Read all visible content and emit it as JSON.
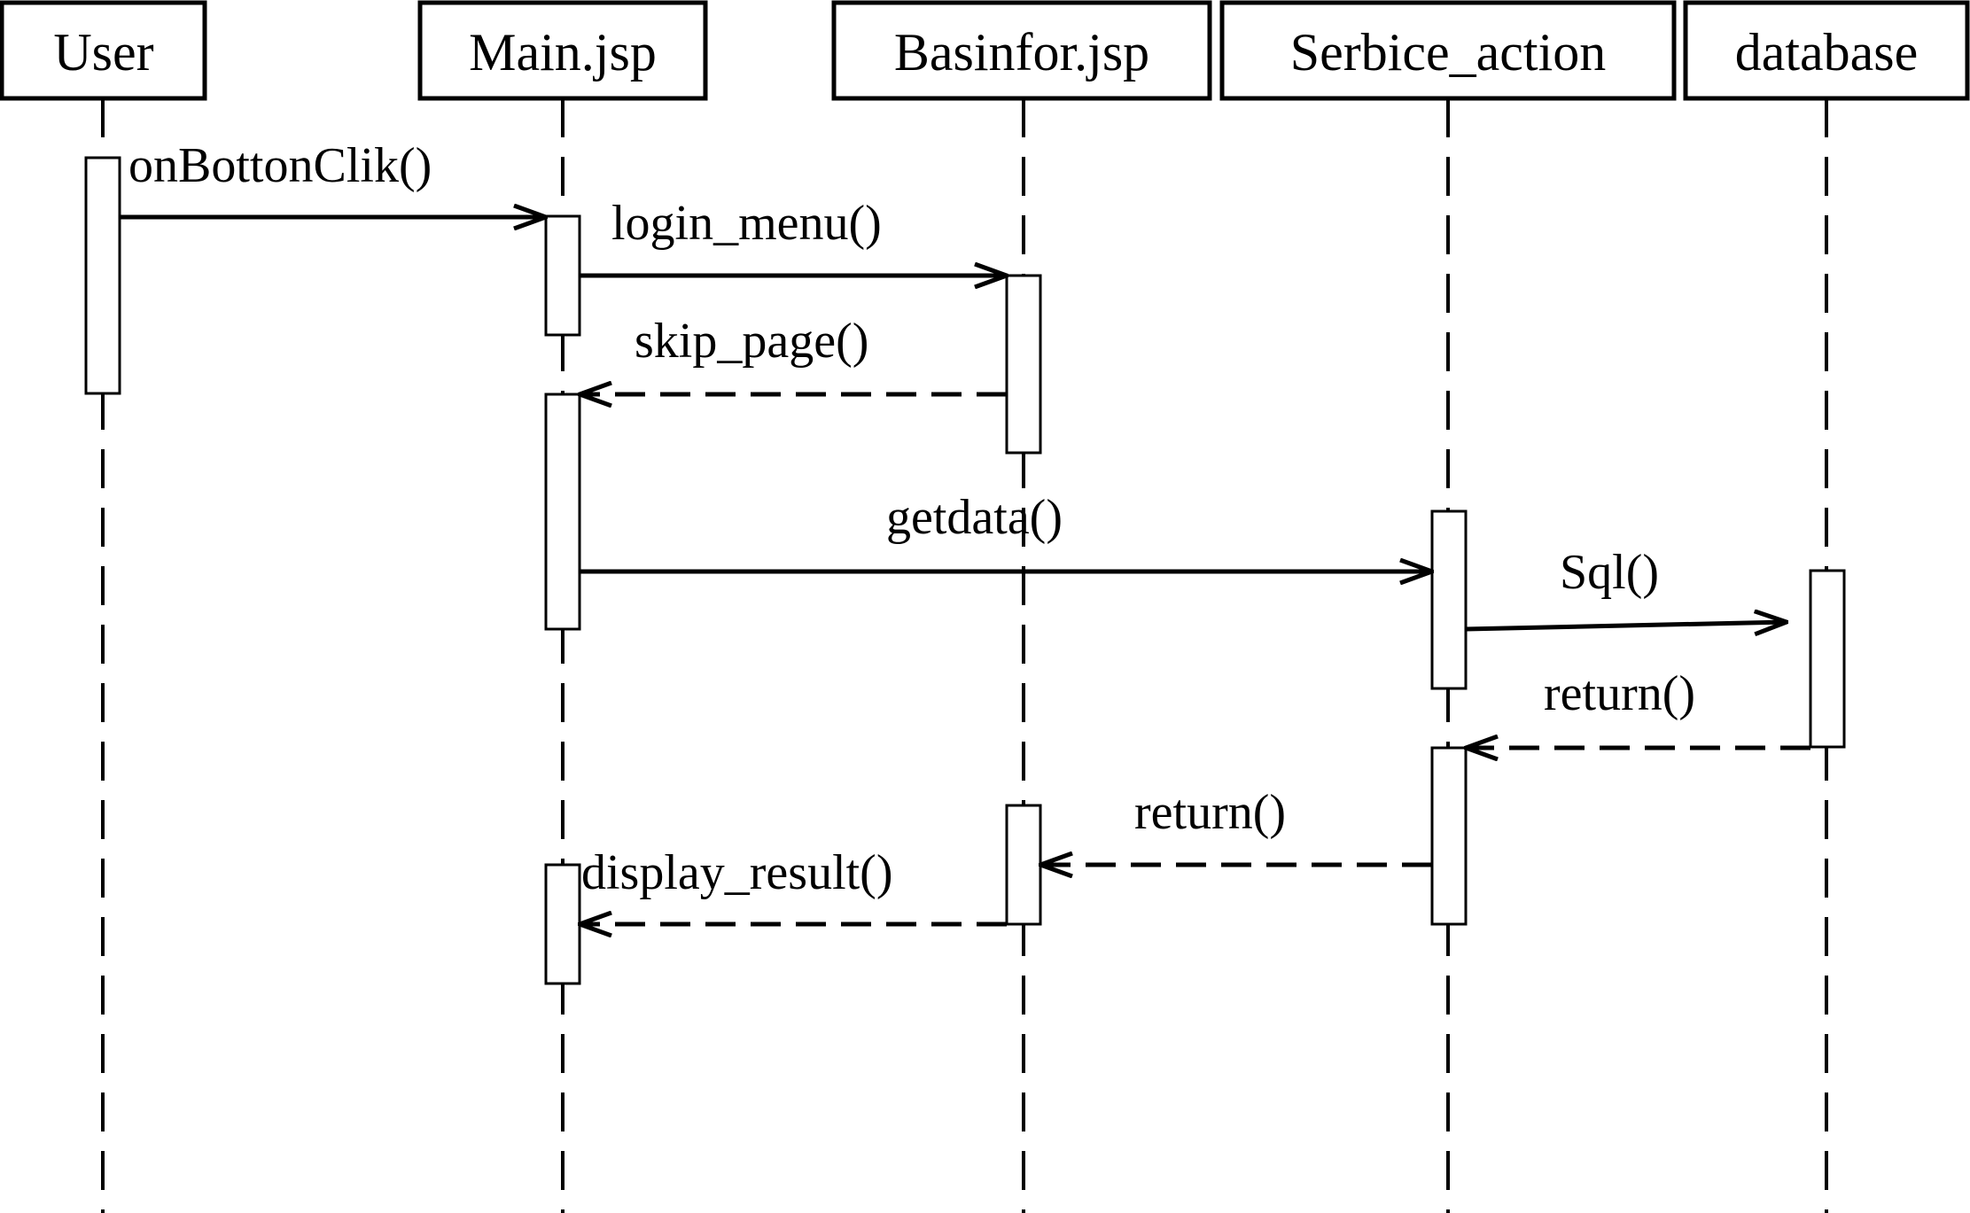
{
  "participants": [
    {
      "id": "user",
      "label": "User"
    },
    {
      "id": "main",
      "label": "Main.jsp"
    },
    {
      "id": "basinfor",
      "label": "Basinfor.jsp"
    },
    {
      "id": "service",
      "label": "Serbice_action"
    },
    {
      "id": "database",
      "label": "database"
    }
  ],
  "messages": [
    {
      "id": "onbottonclik",
      "label": "onBottonClik()",
      "from": "user",
      "to": "main",
      "kind": "call"
    },
    {
      "id": "login-menu",
      "label": "login_menu()",
      "from": "main",
      "to": "basinfor",
      "kind": "call"
    },
    {
      "id": "skip-page",
      "label": "skip_page()",
      "from": "basinfor",
      "to": "main",
      "kind": "return"
    },
    {
      "id": "getdata",
      "label": "getdata()",
      "from": "main",
      "to": "service",
      "kind": "call"
    },
    {
      "id": "sql",
      "label": "Sql()",
      "from": "service",
      "to": "database",
      "kind": "call"
    },
    {
      "id": "return-db",
      "label": "return()",
      "from": "database",
      "to": "service",
      "kind": "return"
    },
    {
      "id": "return-service",
      "label": "return()",
      "from": "service",
      "to": "basinfor",
      "kind": "return"
    },
    {
      "id": "display-result",
      "label": "display_result()",
      "from": "basinfor",
      "to": "main",
      "kind": "return"
    }
  ]
}
